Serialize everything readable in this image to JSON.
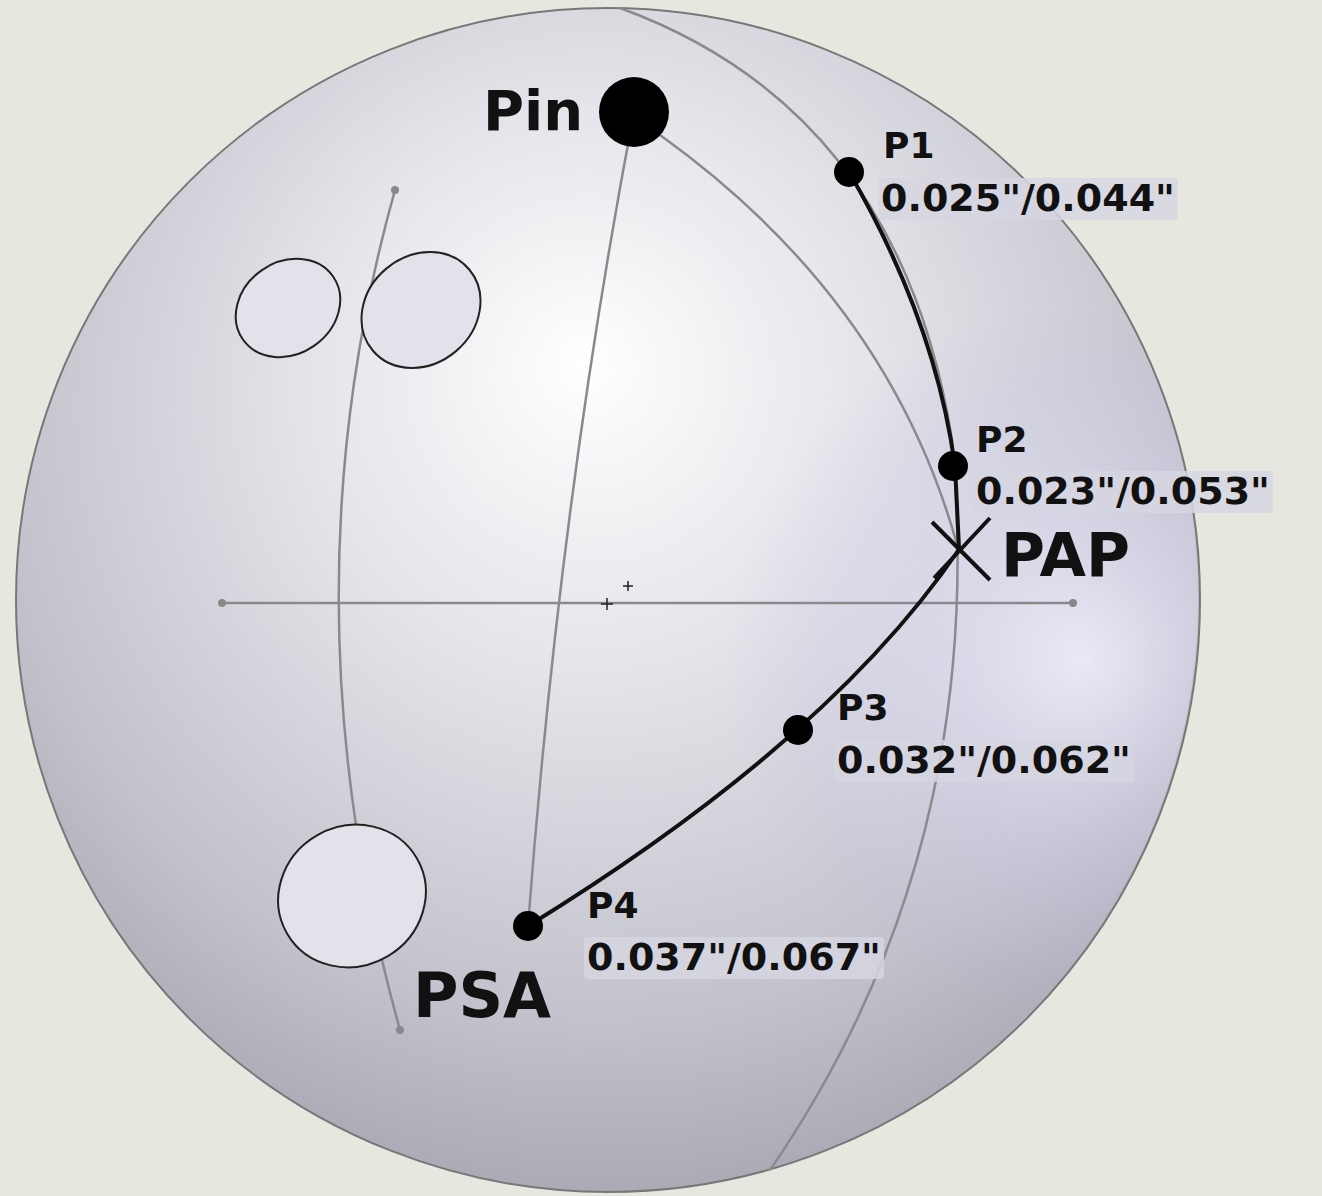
{
  "diagram": {
    "labels": [
      "Pin",
      "P1",
      "0.025\"/0.044\"",
      "P2",
      "0.023\"/0.053\"",
      "PAP",
      "P3",
      "0.032\"/0.062\"",
      "P4",
      "0.037\"/0.067\"",
      "PSA"
    ]
  }
}
